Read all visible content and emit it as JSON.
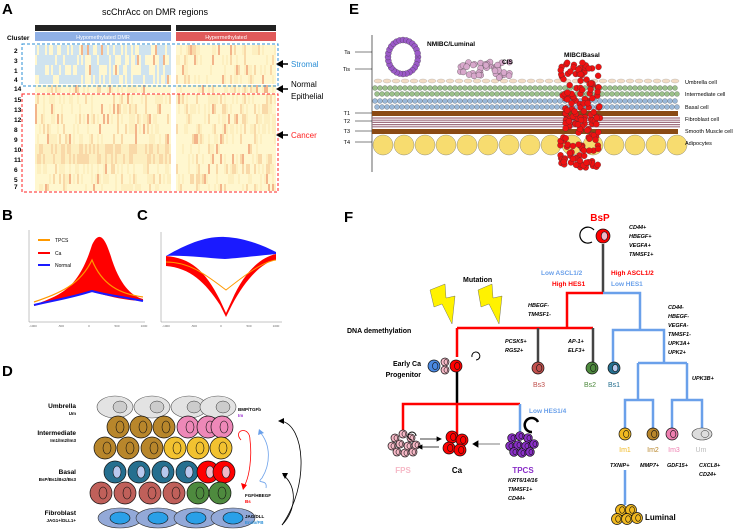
{
  "panels": {
    "a": "A",
    "b": "B",
    "c": "C",
    "d": "D",
    "e": "E",
    "f": "F"
  },
  "panel_a": {
    "title": "scChrAcc on DMR regions",
    "cluster_header": "Cluster",
    "hypo_label": "Hypomethylated DMR",
    "hyper_label": "Hypermethylated",
    "clusters": [
      "2",
      "3",
      "1",
      "4",
      "14",
      "15",
      "13",
      "12",
      "8",
      "9",
      "10",
      "11",
      "6",
      "5",
      "7"
    ],
    "stromal": "Stromal",
    "normal_1": "Normal",
    "normal_2": "Epithelial",
    "cancer": "Cancer",
    "colors": {
      "stromal": "#2b8fd6",
      "cancer": "#ff2020",
      "hypo": "#8fb0e6",
      "hyper": "#e05a5a"
    }
  },
  "panel_b": {
    "legend": [
      "TPCS",
      "Ca",
      "Normal"
    ],
    "colors": [
      "#ff9900",
      "#ff0000",
      "#1a1aff"
    ],
    "x_ticks": [
      "-1000",
      "-500",
      "0",
      "500",
      "1000"
    ]
  },
  "panel_c": {
    "x_ticks": [
      "-1000",
      "-500",
      "0",
      "500",
      "1000"
    ]
  },
  "panel_d": {
    "rows": [
      {
        "name": "Umbrella",
        "sub": "Um"
      },
      {
        "name": "Intermediate",
        "sub": "Im1/Im2/Im3"
      },
      {
        "name": "Basal",
        "sub": "BsP/Bs1/Bs2/Bs3"
      },
      {
        "name": "Fibroblast",
        "sub": "JAG1+/DLL1+"
      }
    ],
    "signals": [
      {
        "name": "BMP/TGFb",
        "src": "Im",
        "color": "#9b30d0"
      },
      {
        "name": "FGF/HBEGF",
        "src": "Bs",
        "color": "#ff0000"
      },
      {
        "name": "JAG/DLL",
        "src": "Endo/FB",
        "color": "#2b8fd6"
      }
    ]
  },
  "panel_e": {
    "stages": [
      "Ta",
      "Tis",
      "T1",
      "T2",
      "T3",
      "T4"
    ],
    "tumors": [
      "NMIBC/Luminal",
      "CIS",
      "MIBC/Basal"
    ],
    "layers": [
      "Umbrella cell",
      "Intermediate cell",
      "Basal cell",
      "Fibroblast cell",
      "Smooth Muscle cell",
      "Adipocytes"
    ]
  },
  "panel_f": {
    "bsp": "BsP",
    "bsp_markers": [
      "CD44+",
      "HBEGF+",
      "VEGFA+",
      "TM4SF1+"
    ],
    "low_ascl": "Low ASCL1/2",
    "high_hes": "High HES1",
    "high_ascl": "High ASCL1/2",
    "low_hes": "Low HES1",
    "mutation": "Mutation",
    "dna_demeth": "DNA demethylation",
    "hbegf_neg": [
      "HBEGF-",
      "TM4SF1-"
    ],
    "bs3_markers": [
      "PCSK5+",
      "RGS2+"
    ],
    "bs2_markers": [
      "AP-1+",
      "ELF3+"
    ],
    "lum_markers": [
      "CD44-",
      "HBEGF-",
      "VEGFA-",
      "TM4SF1-",
      "UPK3A+",
      "UPK2+"
    ],
    "upk3b": "UPK3B+",
    "early_ca": [
      "Early Ca",
      "Progenitor"
    ],
    "bs": [
      "Bs3",
      "Bs2",
      "Bs1"
    ],
    "im": [
      "Im1",
      "Im2",
      "Im3",
      "Um"
    ],
    "im_markers": [
      "TXNIP+",
      "MMP7+",
      "GDF15+",
      "CXCL8+",
      "CD24+"
    ],
    "low_hes14": "Low HES1/4",
    "fps": "FPS",
    "ca": "Ca",
    "tpcs": "TPCS",
    "tpcs_markers": [
      "KRT6/14/16",
      "TM4SF1+",
      "CD44+"
    ],
    "luminal": "Luminal",
    "colors": {
      "red": "#ff0000",
      "blue": "#6aa0ea",
      "bs3": "#c0504d",
      "bs2": "#4e8a3e",
      "bs1": "#256f8f",
      "im1": "#f0b820",
      "im2": "#b8862b",
      "im3": "#ee7fb0",
      "um": "#bbbbbb",
      "fps": "#f6b8c6",
      "tpcs": "#8a2fc8"
    }
  }
}
